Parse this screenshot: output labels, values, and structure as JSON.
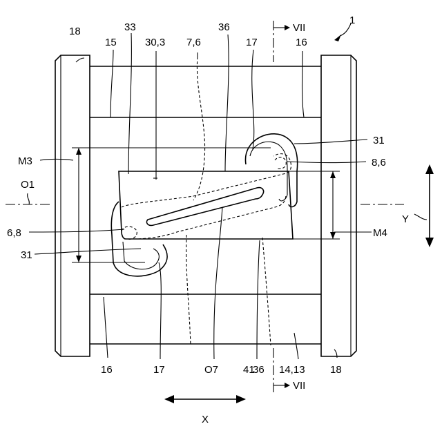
{
  "labels": {
    "l18_top": "18",
    "l33": "33",
    "l15": "15",
    "l30_3": "30,3",
    "l7_6": "7,6",
    "l36_top": "36",
    "l17_top": "17",
    "l16_top": "16",
    "lVII_top": "VII",
    "l1": "1",
    "l31_right": "31",
    "l8_6": "8,6",
    "lM3": "M3",
    "lO1": "O1",
    "lY": "Y",
    "lM4": "M4",
    "l6_8": "6,8",
    "l31_left": "31",
    "l16_bottom": "16",
    "l17_bottom": "17",
    "lO7": "O7",
    "l41": "41",
    "l36_bottom": "36",
    "l14_13": "14,13",
    "l18_bottom": "18",
    "lVII_bottom": "VII",
    "lX": "X"
  }
}
